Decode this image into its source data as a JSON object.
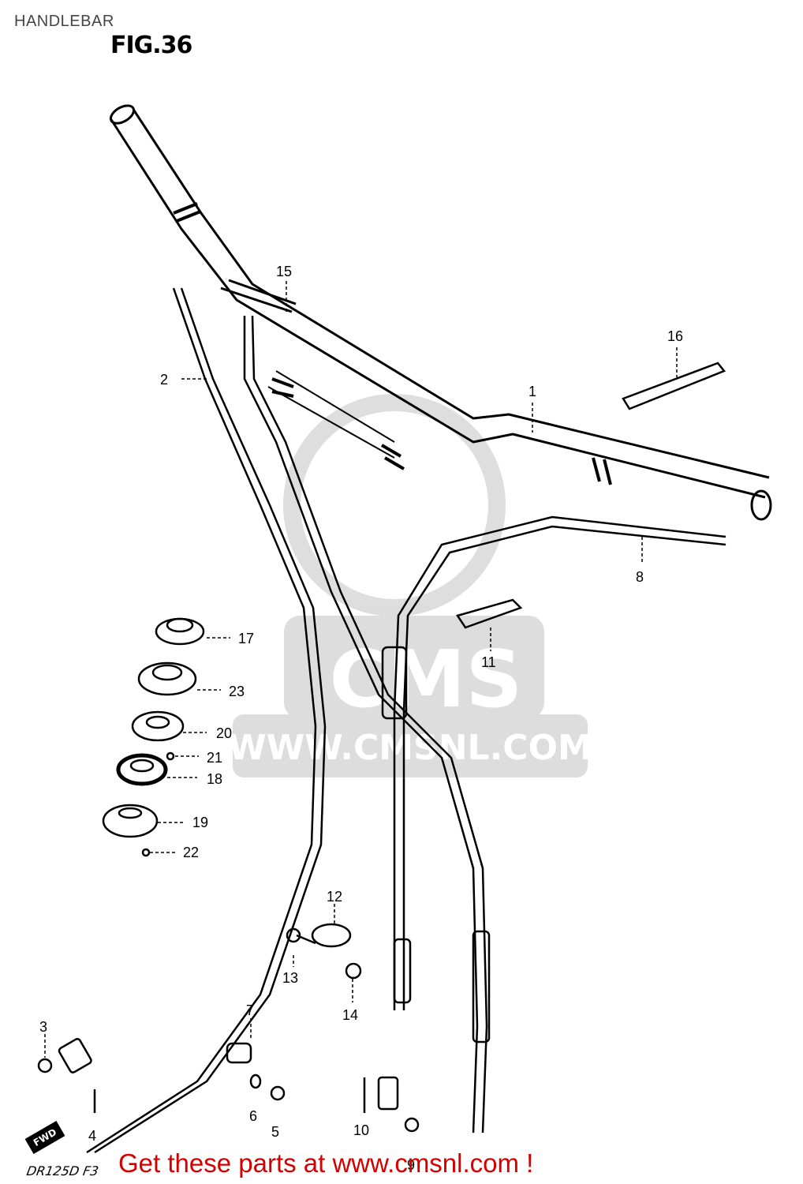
{
  "page_title": "HANDLEBAR",
  "figure_label": "FIG.36",
  "watermark": {
    "text": "WWW.CMSNL.COM",
    "logo": "CMS"
  },
  "callouts": [
    {
      "id": "1",
      "label": "1"
    },
    {
      "id": "2",
      "label": "2"
    },
    {
      "id": "3",
      "label": "3"
    },
    {
      "id": "4",
      "label": "4"
    },
    {
      "id": "5",
      "label": "5"
    },
    {
      "id": "6",
      "label": "6"
    },
    {
      "id": "7",
      "label": "7"
    },
    {
      "id": "8",
      "label": "8"
    },
    {
      "id": "9",
      "label": "9"
    },
    {
      "id": "10",
      "label": "10"
    },
    {
      "id": "11",
      "label": "11"
    },
    {
      "id": "12",
      "label": "12"
    },
    {
      "id": "13",
      "label": "13"
    },
    {
      "id": "14",
      "label": "14"
    },
    {
      "id": "15",
      "label": "15"
    },
    {
      "id": "16",
      "label": "16"
    },
    {
      "id": "17",
      "label": "17"
    },
    {
      "id": "18",
      "label": "18"
    },
    {
      "id": "19",
      "label": "19"
    },
    {
      "id": "20",
      "label": "20"
    },
    {
      "id": "21",
      "label": "21"
    },
    {
      "id": "22",
      "label": "22"
    },
    {
      "id": "23",
      "label": "23"
    }
  ],
  "fwd_badge": "FWD",
  "model_code": "DR125D F3",
  "footer_banner": "Get these parts at www.cmsnl.com !"
}
